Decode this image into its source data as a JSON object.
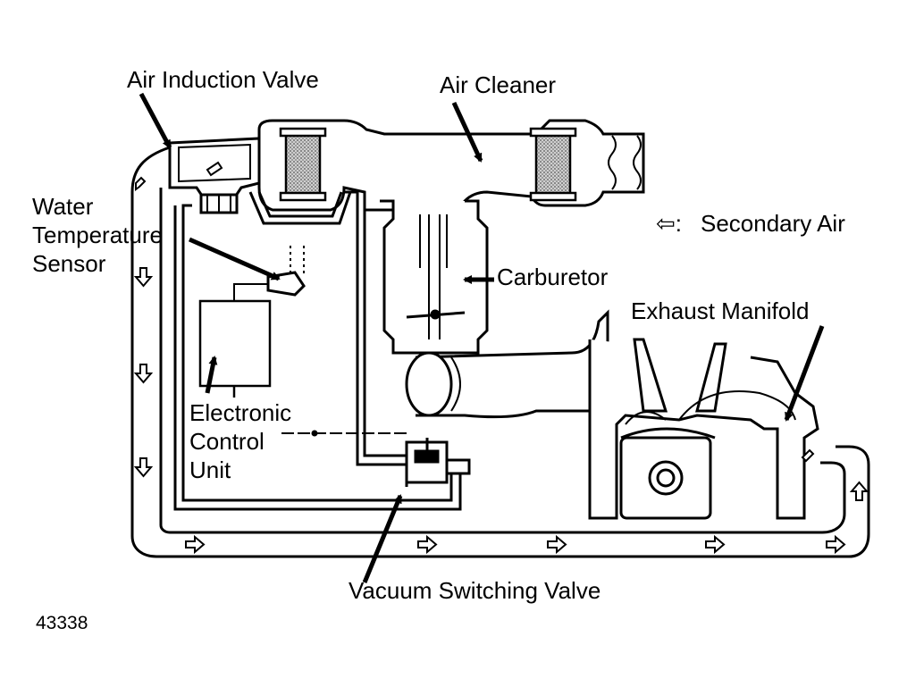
{
  "labels": {
    "air_induction_valve": "Air Induction Valve",
    "air_cleaner": "Air Cleaner",
    "water_temperature_sensor_line1": "Water",
    "water_temperature_sensor_line2": "Temperature",
    "water_temperature_sensor_line3": "Sensor",
    "secondary_air": "Secondary Air",
    "secondary_air_symbol": "⇦:",
    "carburetor": "Carburetor",
    "exhaust_manifold": "Exhaust Manifold",
    "electronic_control_unit_line1": "Electronic",
    "electronic_control_unit_line2": "Control",
    "electronic_control_unit_line3": "Unit",
    "vacuum_switching_valve": "Vacuum Switching Valve",
    "figure_number": "43338"
  },
  "colors": {
    "ink": "#000000",
    "paper": "#ffffff",
    "filter_fill": "#9a9a9a"
  },
  "icons": {
    "flow_arrow": "hollow-arrow-icon",
    "pointer_arrow": "solid-arrow-icon"
  }
}
